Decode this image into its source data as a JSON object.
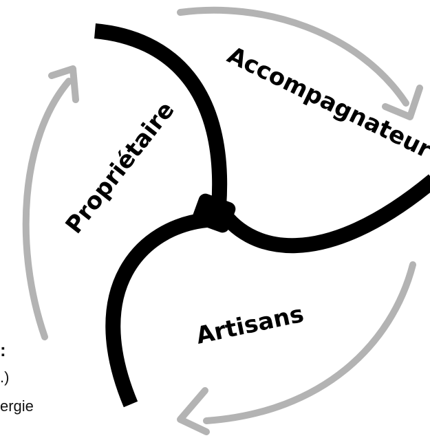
{
  "diagram": {
    "roles": [
      {
        "id": "proprietaire",
        "label": "Propriétaire"
      },
      {
        "id": "accompagnateur",
        "label": "Accompagnateur"
      },
      {
        "id": "artisans",
        "label": "Artisans"
      }
    ],
    "partial_text": {
      "line1": ":",
      "line2": ".)",
      "line3": "ergie"
    },
    "colors": {
      "arms": "#000000",
      "cycle_arrows": "#b3b3b3",
      "background": "#ffffff"
    }
  }
}
